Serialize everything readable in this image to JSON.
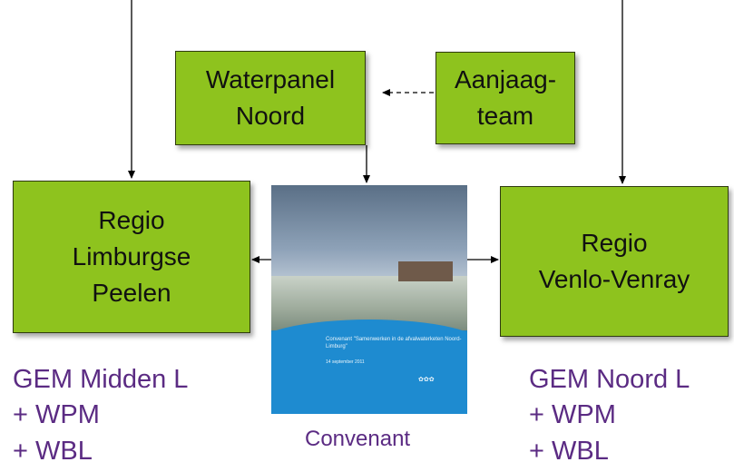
{
  "boxes": {
    "waterpanel": {
      "line1": "Waterpanel",
      "line2": "Noord"
    },
    "aanjaag": {
      "line1": "Aanjaag-",
      "line2": "team"
    },
    "limburgse": {
      "line1": "Regio",
      "line2": "Limburgse",
      "line3": "Peelen"
    },
    "venlo": {
      "line1": "Regio",
      "line2": "Venlo-Venray"
    }
  },
  "left_notes": [
    "GEM Midden L",
    "+ WPM",
    "+ WBL"
  ],
  "right_notes": [
    "GEM Noord L",
    "+ WPM",
    "+ WBL"
  ],
  "cover": {
    "title": "Convenant \"Samenwerken in de afvalwaterketen Noord-Limburg\"",
    "date": "14 september 2011",
    "logo_text": "logo"
  },
  "caption": "Convenant",
  "colors": {
    "box_fill": "#8ec31e",
    "note_text": "#5b2b83"
  }
}
